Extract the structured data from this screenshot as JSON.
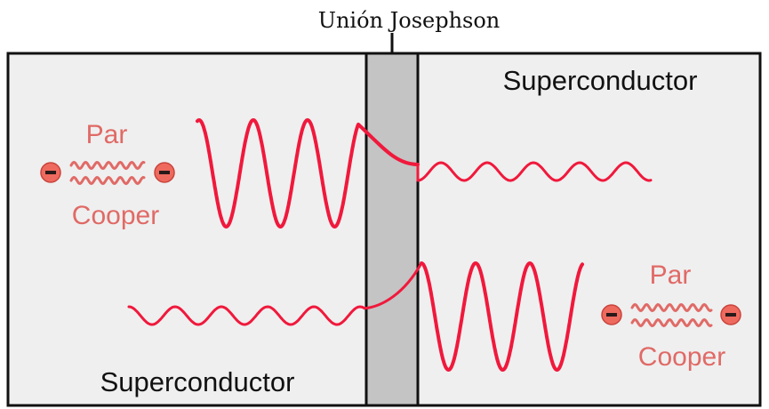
{
  "title": "Unión Josephson",
  "superconductor_right": "Superconductor",
  "superconductor_left": "Superconductor",
  "pair_left": {
    "line1": "Par",
    "line2": "Cooper",
    "charge": "-"
  },
  "pair_right": {
    "line1": "Par",
    "line2": "Cooper",
    "charge": "-"
  },
  "colors": {
    "wave": "#f0193c",
    "pair_text": "#e06a66",
    "electron_fill": "#ef6a5e",
    "barrier": "#c4c4c4",
    "panel": "#efefef",
    "border": "#111111"
  }
}
